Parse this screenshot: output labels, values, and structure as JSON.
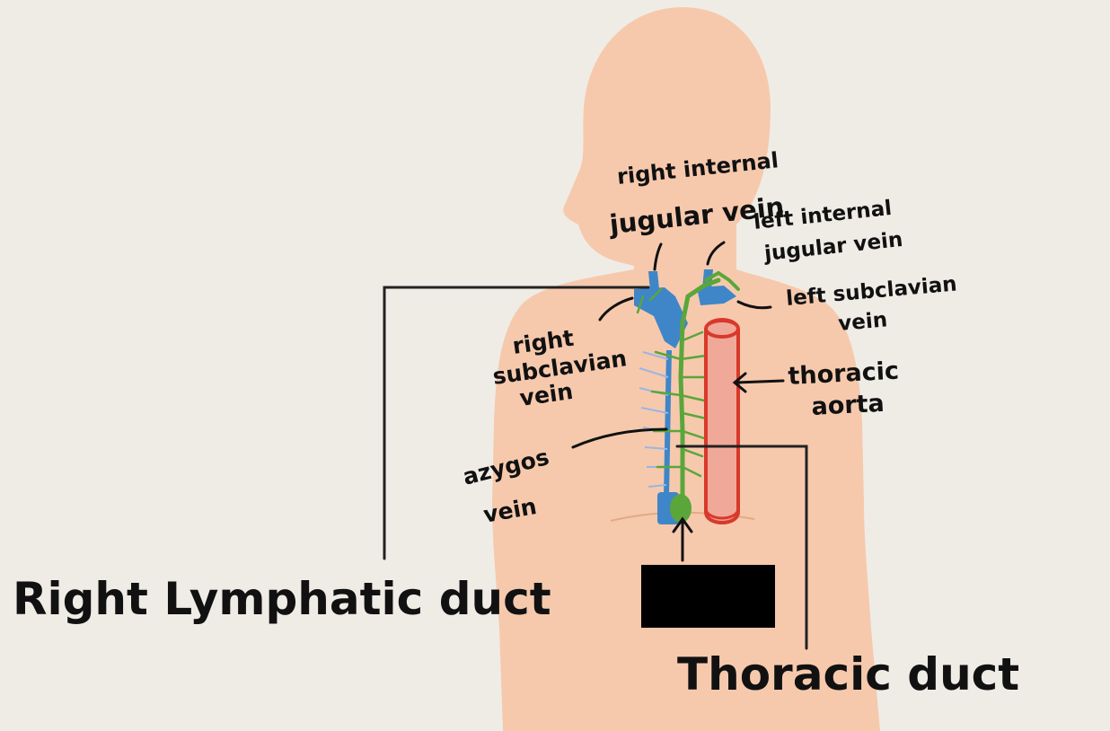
{
  "labels": {
    "right_internal_jugular": [
      "right internal",
      "jugular vein"
    ],
    "left_internal_jugular": [
      "left internal",
      "jugular vein"
    ],
    "left_subclavian": [
      "left subclavian",
      "vein"
    ],
    "right_subclavian": [
      "right",
      "subclavian",
      "vein"
    ],
    "thoracic_aorta": [
      "thoracic",
      "aorta"
    ],
    "azygos": [
      "azygos",
      "vein"
    ],
    "right_lymphatic_duct": "Right Lymphatic duct",
    "thoracic_duct": "Thoracic duct"
  },
  "colors": {
    "background": "#efece6",
    "skin": "#f6c9ad",
    "vein_blue": "#3f86c8",
    "lymph_green": "#5aa63a",
    "aorta_fill": "#f0a898",
    "aorta_stroke": "#d8392b",
    "redaction": "#000000",
    "line": "#222222"
  }
}
